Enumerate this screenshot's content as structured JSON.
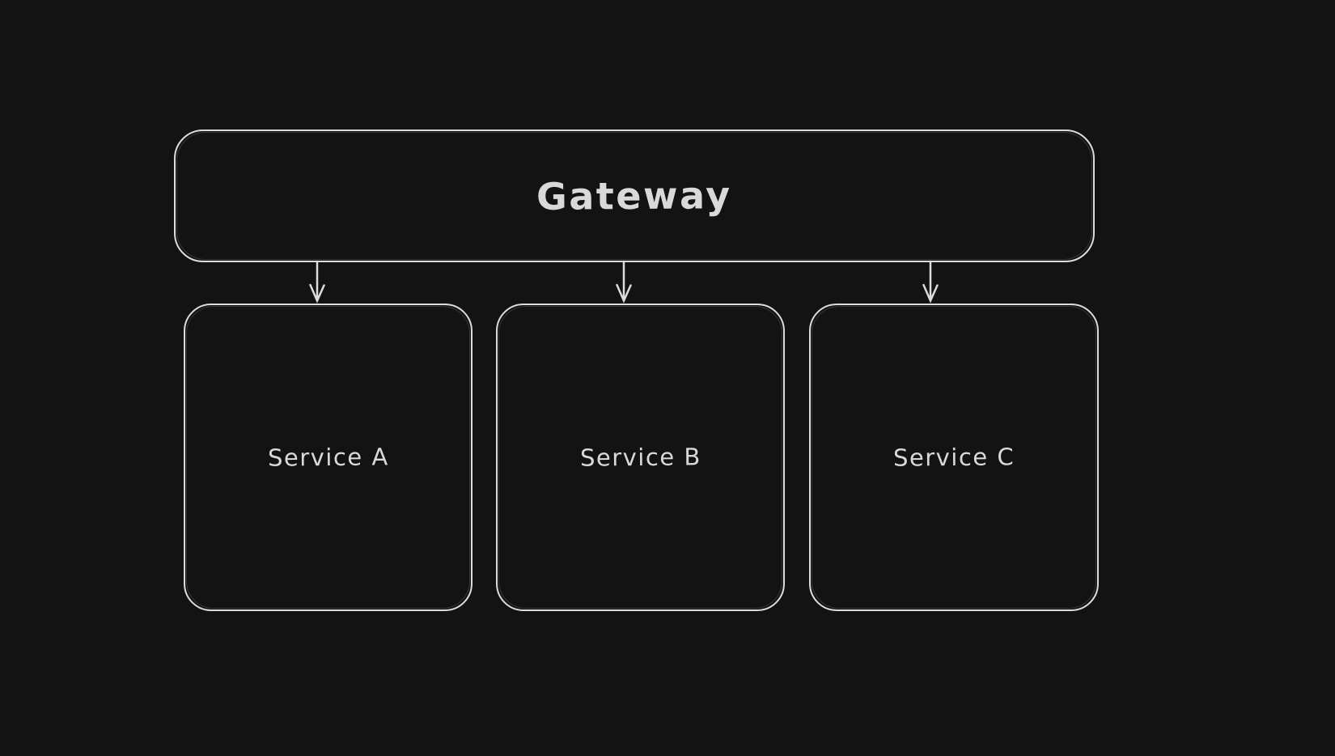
{
  "canvas": {
    "background_color": "#131313",
    "stroke_color": "#dcdcdc",
    "text_color": "#d9d9d9",
    "style": "hand-drawn-whiteboard"
  },
  "diagram": {
    "nodes": [
      {
        "id": "gateway",
        "label": "Gateway",
        "shape": "rounded-rectangle"
      },
      {
        "id": "service-a",
        "label": "Service A",
        "shape": "rounded-rectangle"
      },
      {
        "id": "service-b",
        "label": "Service B",
        "shape": "rounded-rectangle"
      },
      {
        "id": "service-c",
        "label": "Service C",
        "shape": "rounded-rectangle"
      }
    ],
    "edges": [
      {
        "from": "Gateway",
        "to": "Service A",
        "direction": "down",
        "head": "arrow"
      },
      {
        "from": "Gateway",
        "to": "Service B",
        "direction": "down",
        "head": "arrow"
      },
      {
        "from": "Gateway",
        "to": "Service C",
        "direction": "down",
        "head": "arrow"
      }
    ]
  }
}
